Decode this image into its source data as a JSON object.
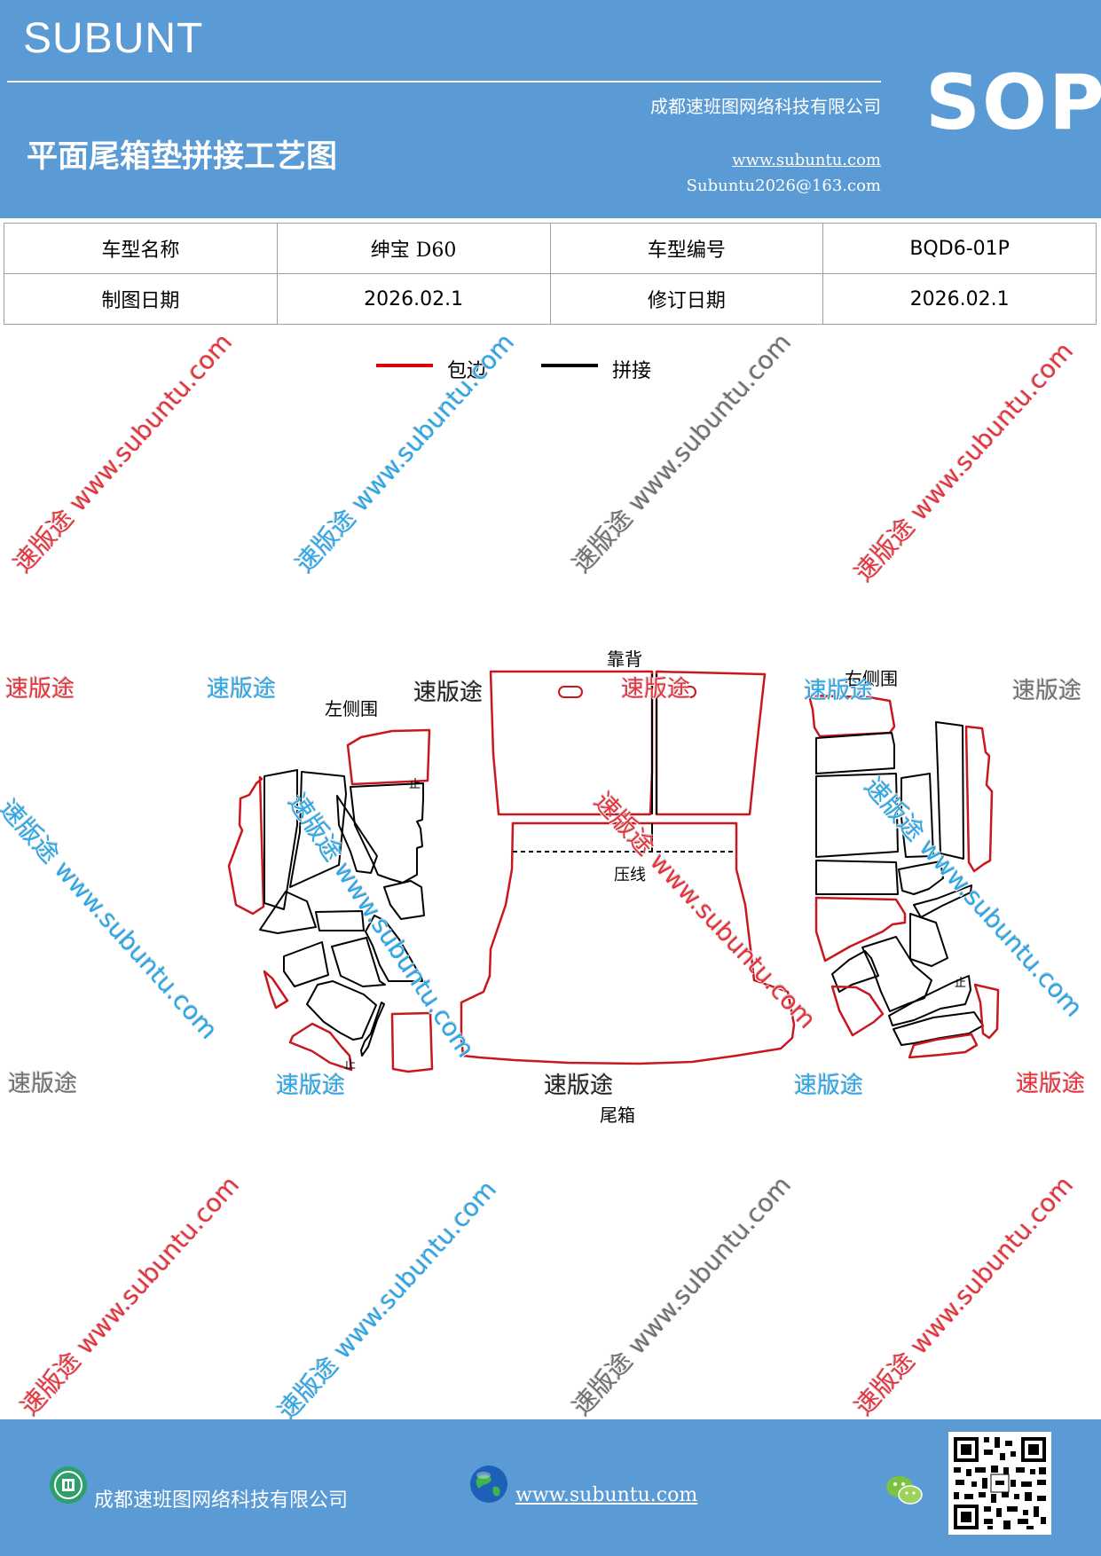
{
  "header": {
    "brand": "SUBUNT",
    "company": "成都速班图网络科技有限公司",
    "title": "平面尾箱垫拼接工艺图",
    "website": "www.subuntu.com",
    "email": "Subuntu2026@163.com",
    "badge": "SOP"
  },
  "info_table": {
    "model_name_label": "车型名称",
    "model_name_value": "绅宝 D60",
    "model_code_label": "车型编号",
    "model_code_value": "BQD6-01P",
    "draw_date_label": "制图日期",
    "draw_date_value": "2026.02.1",
    "revise_date_label": "修订日期",
    "revise_date_value": "2026.02.1"
  },
  "legend": {
    "edge_label": "包边",
    "edge_color": "#e00000",
    "seam_label": "拼接",
    "seam_color": "#000000"
  },
  "diagram": {
    "backrest": "靠背",
    "left_side": "左侧围",
    "right_side": "右侧围",
    "press_line": "压线",
    "trunk": "尾箱",
    "stop_mark": "止"
  },
  "watermark": {
    "brand": "速版途",
    "site": "www.subuntu.com",
    "full": "速版途 www.subuntu.com"
  },
  "footer": {
    "company": "成都速班图网络科技有限公司",
    "website": "www.subuntu.com"
  }
}
